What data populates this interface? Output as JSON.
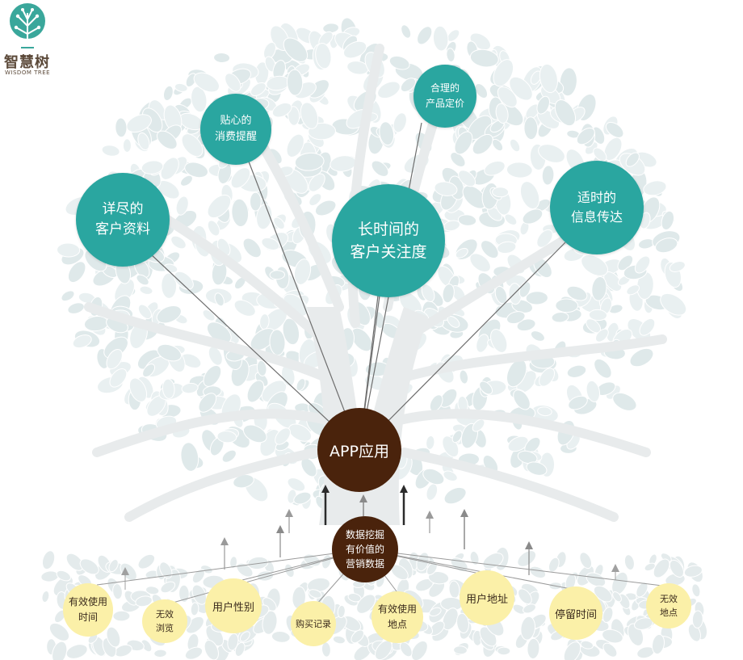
{
  "logo": {
    "name": "智慧树",
    "subtitle": "WISDOM TREE"
  },
  "benefits": [
    {
      "lines": [
        "详尽的",
        "客户资料"
      ]
    },
    {
      "lines": [
        "贴心的",
        "消费提醒"
      ]
    },
    {
      "lines": [
        "长时间的",
        "客户关注度"
      ]
    },
    {
      "lines": [
        "合理的",
        "产品定价"
      ]
    },
    {
      "lines": [
        "适时的",
        "信息传达"
      ]
    }
  ],
  "app_node": {
    "label": "APP应用"
  },
  "mining_node": {
    "lines": [
      "数据挖掘",
      "有价值的",
      "营销数据"
    ]
  },
  "data_sources": [
    {
      "lines": [
        "有效使用",
        "时间"
      ]
    },
    {
      "lines": [
        "无效",
        "浏览"
      ]
    },
    {
      "lines": [
        "用户性别"
      ]
    },
    {
      "lines": [
        "购买记录"
      ]
    },
    {
      "lines": [
        "有效使用",
        "地点"
      ]
    },
    {
      "lines": [
        "用户地址"
      ]
    },
    {
      "lines": [
        "停留时间"
      ]
    },
    {
      "lines": [
        "无效",
        "地点"
      ]
    }
  ],
  "colors": {
    "benefit_node": "#2aa6a0",
    "core_node": "#4a230c",
    "source_node": "#fbf0a8",
    "tree_leaves": "#dfe9ea",
    "tree_trunk": "#e8ebec",
    "connector": "#6e6e6e"
  }
}
